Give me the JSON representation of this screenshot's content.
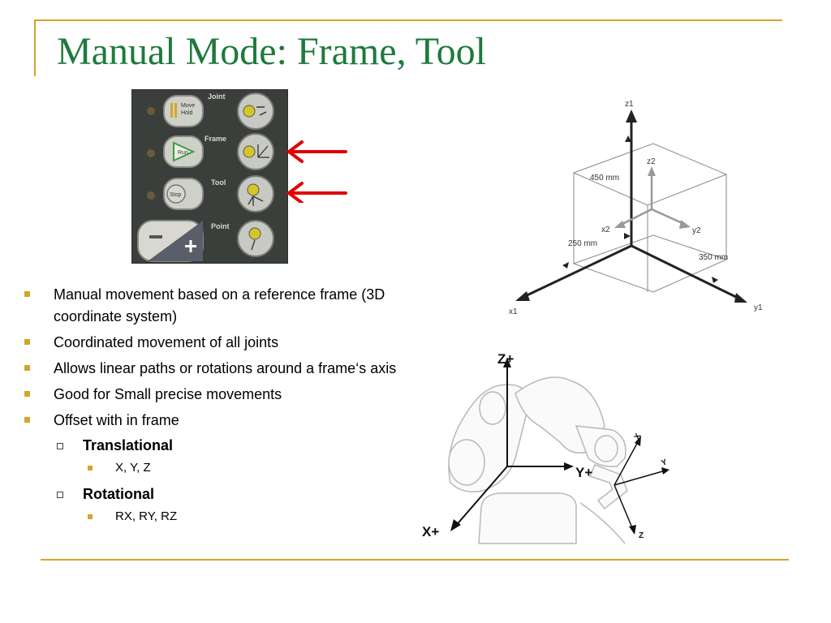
{
  "slide": {
    "title": "Manual Mode: Frame, Tool",
    "accent_color": "#d4a52a",
    "title_color": "#1e7a3c"
  },
  "pendant": {
    "labels": {
      "joint": "Joint",
      "frame": "Frame",
      "tool": "Tool",
      "point": "Point"
    },
    "buttons": {
      "move_hold_1": "Move",
      "move_hold_2": "Hold",
      "run": "Run",
      "stop": "Stop"
    },
    "icons": [
      "move-hold-icon",
      "run-icon",
      "stop-icon",
      "minus-plus-icon",
      "joint-mode-icon",
      "frame-mode-icon",
      "tool-mode-icon",
      "point-mode-icon"
    ]
  },
  "pointer_arrows": {
    "color": "#e00000",
    "icons": [
      "red-arrow-icon",
      "red-arrow-icon"
    ]
  },
  "frame_diagram": {
    "z1": "z1",
    "x1": "x1",
    "y1": "y1",
    "z2": "z2",
    "x2": "x2",
    "y2": "y2",
    "dim_z": "450 mm",
    "dim_x": "250 mm",
    "dim_y": "350 mm"
  },
  "robot_diagram": {
    "z_plus": "Z+",
    "y_plus": "Y+",
    "x_plus": "X+",
    "tool_x": "X",
    "tool_y": "Y",
    "tool_z": "Z"
  },
  "bullets": {
    "item1": "Manual movement based on a reference frame (3D coordinate system)",
    "item2": "Coordinated movement of all joints",
    "item3": "Allows linear paths or rotations around a frame‘s axis",
    "item4": "Good for Small precise movements",
    "item5": "Offset with in frame",
    "translational": "Translational",
    "translational_axes": "X, Y, Z",
    "rotational": "Rotational",
    "rotational_axes": "RX, RY, RZ"
  }
}
